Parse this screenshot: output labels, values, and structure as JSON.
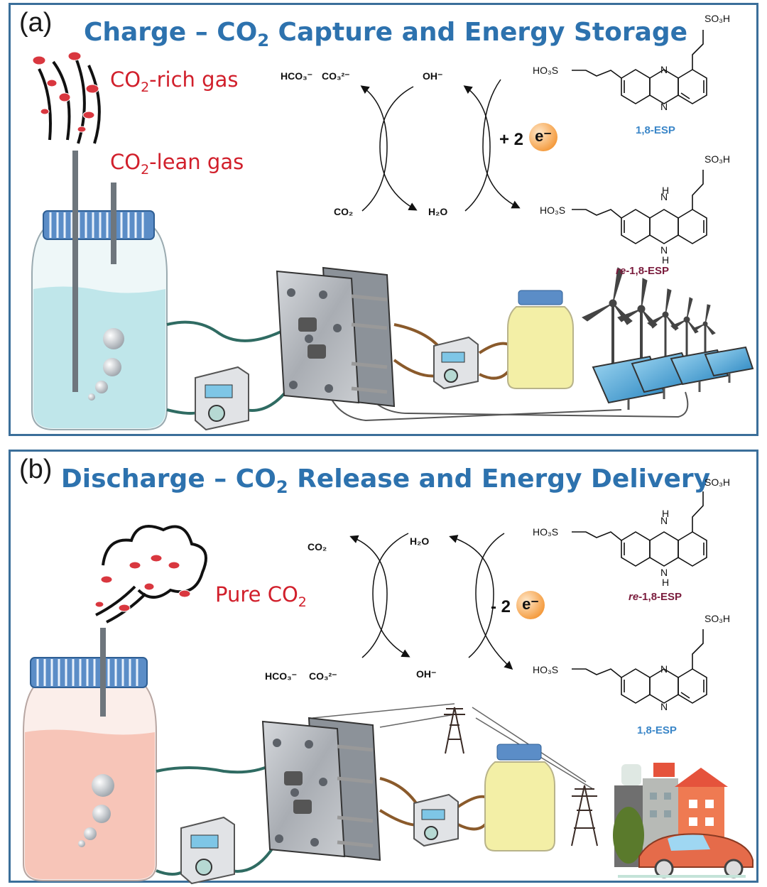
{
  "panel_a": {
    "label": "(a)",
    "title_pre": "Charge – CO",
    "title_sub": "2",
    "title_post": " Capture and Energy Storage",
    "gas_rich": {
      "pre": "CO",
      "sub": "2",
      "post": "-rich gas"
    },
    "gas_lean": {
      "pre": "CO",
      "sub": "2",
      "post": "-lean gas"
    },
    "hco3": "HCO₃⁻",
    "co3": "CO₃²⁻",
    "oh": "OH⁻",
    "co2": "CO₂",
    "h2o": "H₂O",
    "electrons": "+ 2",
    "e_symbol": "e⁻",
    "top_molecule": "1,8-ESP",
    "bottom_molecule_prefix": "re",
    "bottom_molecule_suffix": "-1,8-ESP",
    "so3h": "SO₃H",
    "ho3s": "HO₃S",
    "n": "N",
    "h": "H"
  },
  "panel_b": {
    "label": "(b)",
    "title_pre": "Discharge – CO",
    "title_sub": "2",
    "title_post": " Release and Energy Delivery",
    "gas_pure": {
      "pre": "Pure CO",
      "sub": "2",
      "post": ""
    },
    "co2": "CO₂",
    "h2o": "H₂O",
    "hco3": "HCO₃⁻",
    "co3": "CO₃²⁻",
    "oh": "OH⁻",
    "electrons": "- 2",
    "e_symbol": "e⁻",
    "top_molecule_prefix": "re",
    "top_molecule_suffix": "-1,8-ESP",
    "bottom_molecule": "1,8-ESP",
    "so3h": "SO₃H",
    "ho3s": "HO₃S",
    "n": "N",
    "h": "H"
  },
  "colors": {
    "frame": "#3b6f9a",
    "title": "#2d72ae",
    "gas_label": "#d11f2b",
    "esp_label": "#3a86c8",
    "re_esp_label": "#7a1b3c",
    "capture_solution": "#bfe6ea",
    "release_solution": "#f7c5b8",
    "posolyte": "#f3efa6",
    "tube_green": "#2f6b62",
    "tube_brown": "#8a5a2b"
  },
  "icons": [
    "wind-turbine-icon",
    "solar-panel-icon",
    "transmission-tower-icon",
    "city-icon",
    "car-icon",
    "pump-icon",
    "flow-cell-icon",
    "jar-icon"
  ]
}
